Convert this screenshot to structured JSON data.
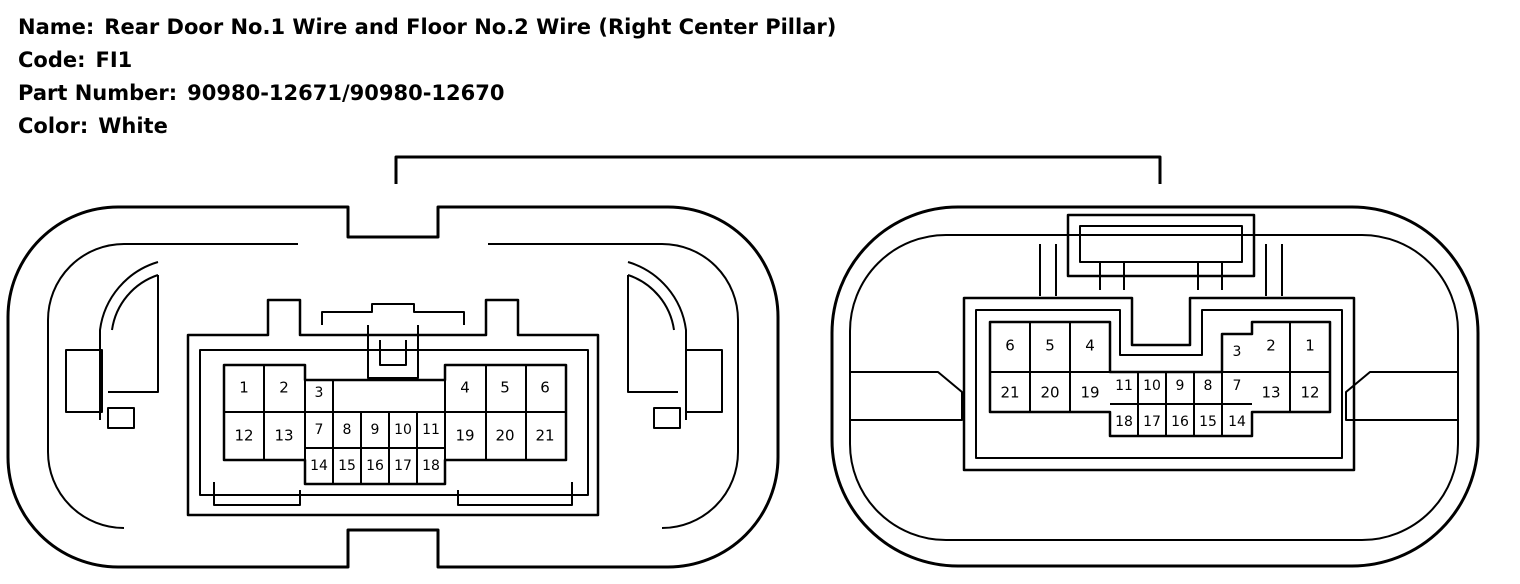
{
  "header": {
    "name_label": "Name:",
    "name_value": "Rear Door No.1 Wire and Floor No.2 Wire (Right Center Pillar)",
    "code_label": "Code:",
    "code_value": "FI1",
    "part_label": "Part Number:",
    "part_value": "90980-12671/90980-12670",
    "color_label": "Color:",
    "color_value": "White"
  },
  "left_connector": {
    "pins": [
      "1",
      "2",
      "3",
      "4",
      "5",
      "6",
      "7",
      "8",
      "9",
      "10",
      "11",
      "12",
      "13",
      "14",
      "15",
      "16",
      "17",
      "18",
      "19",
      "20",
      "21"
    ]
  },
  "right_connector": {
    "pins": [
      "1",
      "2",
      "3",
      "4",
      "5",
      "6",
      "7",
      "8",
      "9",
      "10",
      "11",
      "12",
      "13",
      "14",
      "15",
      "16",
      "17",
      "18",
      "19",
      "20",
      "21"
    ]
  }
}
